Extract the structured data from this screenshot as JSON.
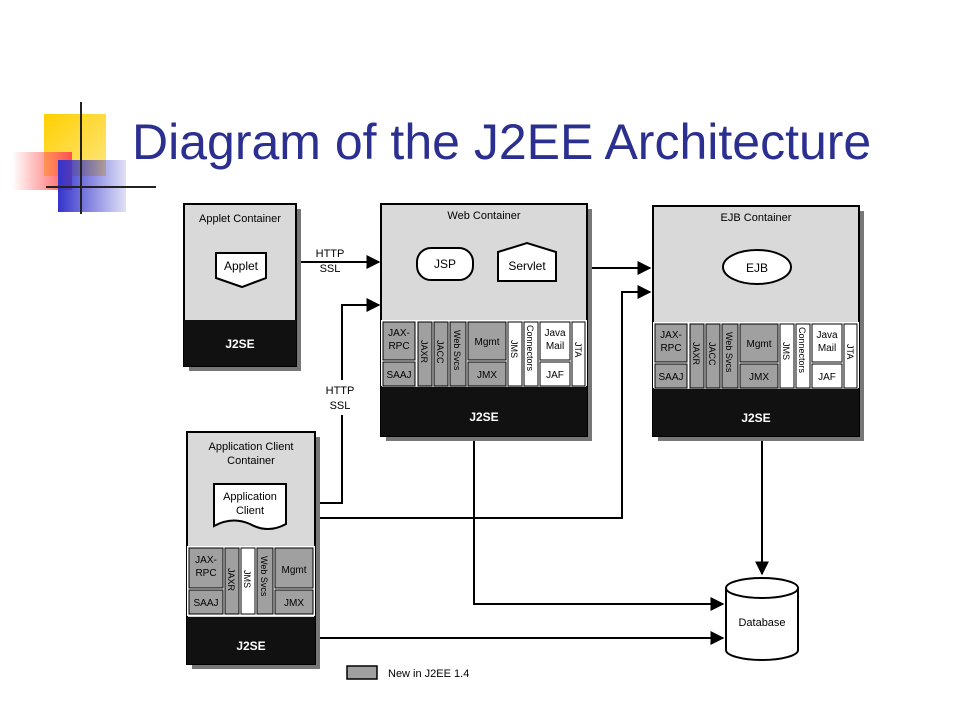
{
  "slide": {
    "title": "Diagram of the J2EE Architecture",
    "title_color": "#2b2f8f"
  },
  "diagram": {
    "applet_container": {
      "title": "Applet Container",
      "component": "Applet",
      "base": "J2SE"
    },
    "web_container": {
      "title": "Web Container",
      "components": [
        "JSP",
        "Servlet"
      ],
      "apis": {
        "jax_rpc": [
          "JAX-",
          "RPC"
        ],
        "saaj": "SAAJ",
        "jaxr": "JAXR",
        "jacc": "JACC",
        "web_svcs": "Web Svcs",
        "mgmt": "Mgmt",
        "jmx": "JMX",
        "jms": "JMS",
        "connectors": "Connectors",
        "java_mail": [
          "Java",
          "Mail"
        ],
        "jaf": "JAF",
        "jta": "JTA"
      },
      "base": "J2SE"
    },
    "ejb_container": {
      "title": "EJB Container",
      "component": "EJB",
      "apis": {
        "jax_rpc": [
          "JAX-",
          "RPC"
        ],
        "saaj": "SAAJ",
        "jaxr": "JAXR",
        "jacc": "JACC",
        "web_svcs": "Web Svcs",
        "mgmt": "Mgmt",
        "jmx": "JMX",
        "jms": "JMS",
        "connectors": "Connectors",
        "java_mail": [
          "Java",
          "Mail"
        ],
        "jaf": "JAF",
        "jta": "JTA"
      },
      "base": "J2SE"
    },
    "app_client_container": {
      "title": [
        "Application Client",
        "Container"
      ],
      "component": [
        "Application",
        "Client"
      ],
      "apis": {
        "jax_rpc": [
          "JAX-",
          "RPC"
        ],
        "saaj": "SAAJ",
        "jaxr": "JAXR",
        "jms": "JMS",
        "web_svcs": "Web Svcs",
        "mgmt": "Mgmt",
        "jmx": "JMX"
      },
      "base": "J2SE"
    },
    "database": "Database",
    "protocols": {
      "applet_to_web": [
        "HTTP",
        "SSL"
      ],
      "client_to_web": [
        "HTTP",
        "SSL"
      ]
    },
    "legend": "New in J2EE 1.4",
    "colors": {
      "container_bg": "#d9d9d9",
      "base_bg": "#111111",
      "new_api": "#a0a0a0",
      "line": "#000000"
    }
  }
}
